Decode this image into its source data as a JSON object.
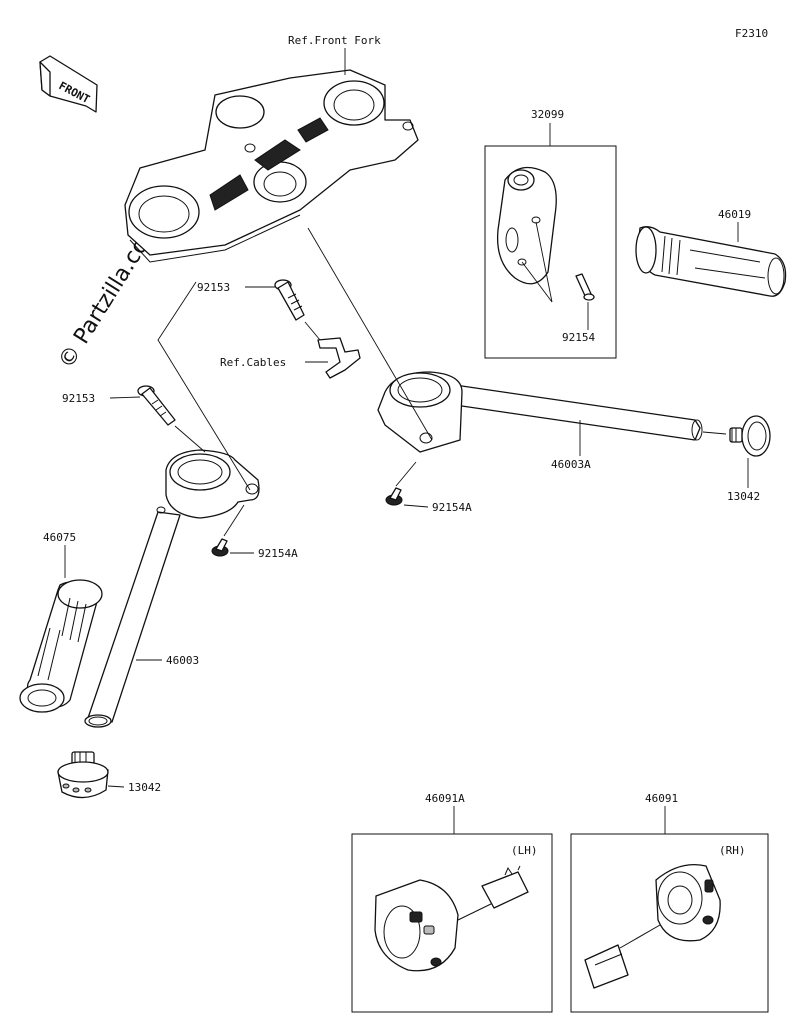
{
  "figure_code": "F2310",
  "watermark": "© Partzilla.com",
  "front_arrow": {
    "label": "FRONT"
  },
  "references": {
    "front_fork": "Ref.Front Fork",
    "cables": "Ref.Cables"
  },
  "inset_labels": {
    "left_hand": "(LH)",
    "right_hand": "(RH)"
  },
  "callouts": [
    {
      "id": "32099"
    },
    {
      "id": "46019"
    },
    {
      "id": "92154"
    },
    {
      "id": "92153"
    },
    {
      "id": "92153"
    },
    {
      "id": "46003A"
    },
    {
      "id": "13042"
    },
    {
      "id": "92154A"
    },
    {
      "id": "92154A"
    },
    {
      "id": "46075"
    },
    {
      "id": "46003"
    },
    {
      "id": "13042"
    },
    {
      "id": "46091A"
    },
    {
      "id": "46091"
    }
  ]
}
